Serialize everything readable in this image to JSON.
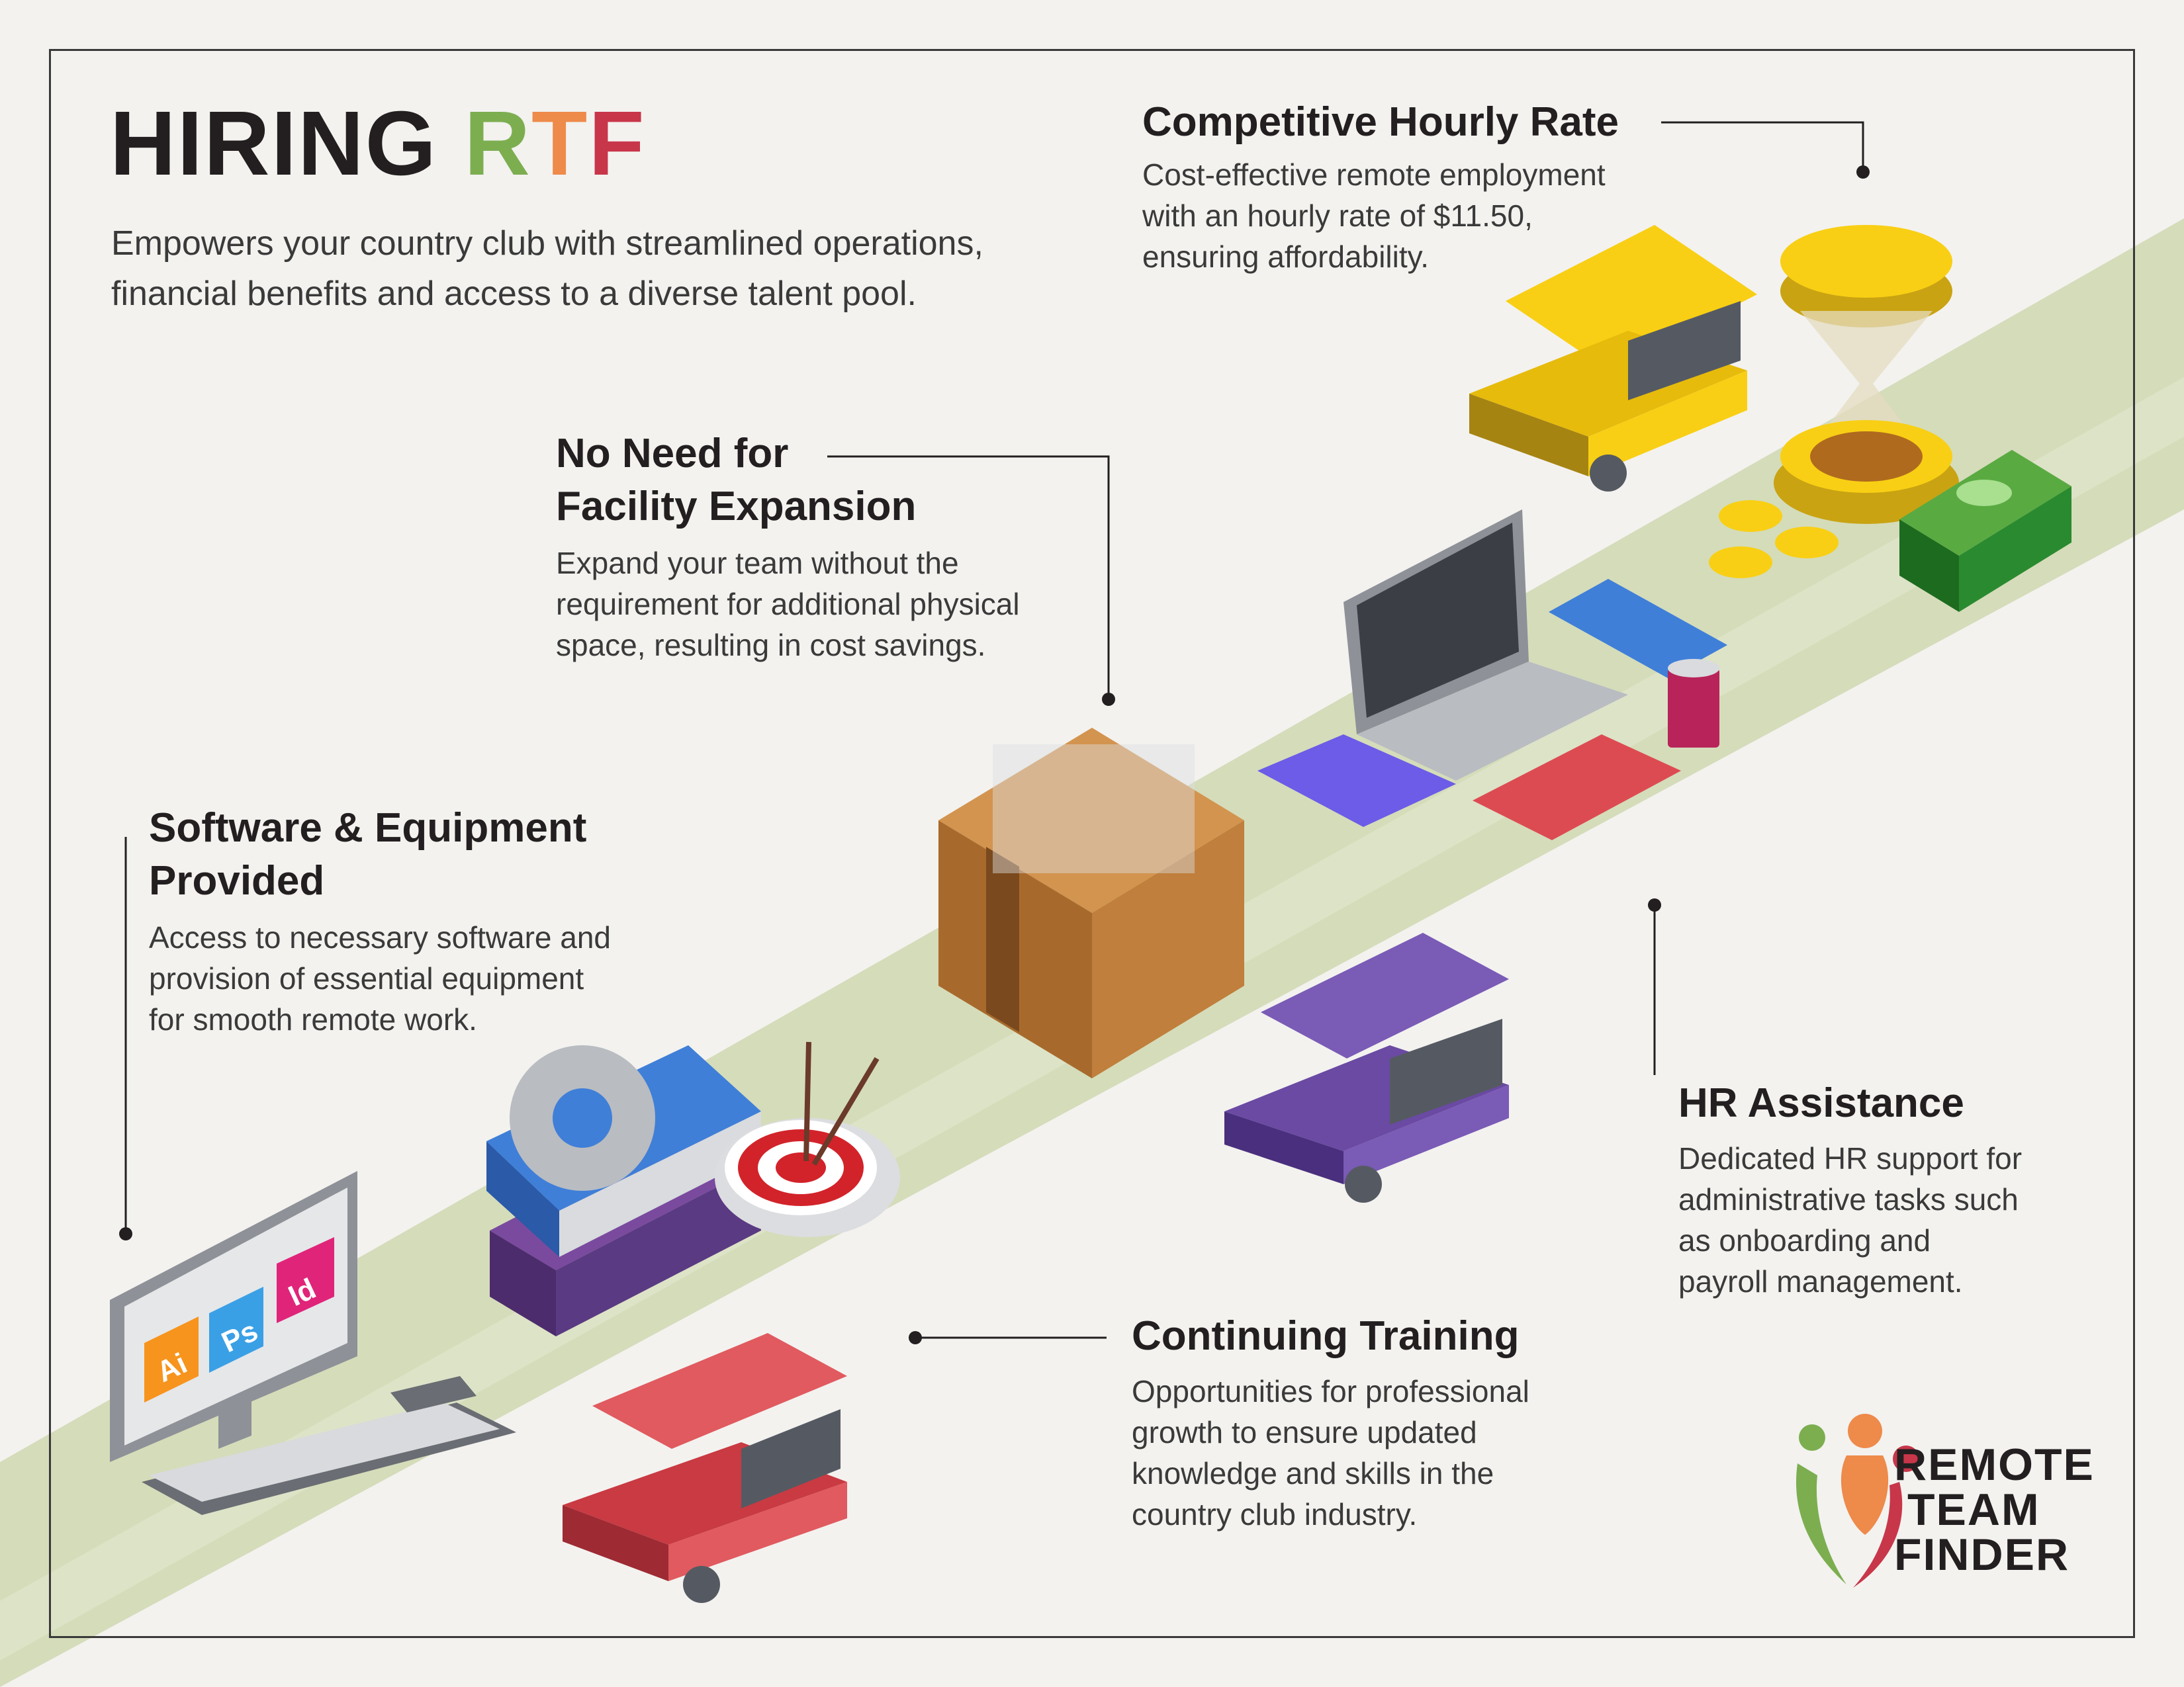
{
  "title": {
    "word": "HIRING",
    "letters": [
      "R",
      "T",
      "F"
    ]
  },
  "lead": "Empowers your country club with streamlined operations, financial benefits and access to a diverse talent pool.",
  "sections": {
    "rate": {
      "heading": "Competitive Hourly Rate",
      "body": [
        "Cost-effective remote employment",
        "with an hourly rate of $11.50,",
        "ensuring affordability."
      ]
    },
    "facility": {
      "heading": [
        "No Need for",
        "Facility Expansion"
      ],
      "body": [
        "Expand your team without the",
        "requirement for additional physical",
        "space, resulting in cost savings."
      ]
    },
    "software": {
      "heading": [
        "Software & Equipment",
        "Provided"
      ],
      "body": [
        "Access to necessary software and",
        "provision of essential equipment",
        "for smooth remote work."
      ]
    },
    "hr": {
      "heading": "HR Assistance",
      "body": [
        "Dedicated HR support for",
        "administrative tasks such",
        "as onboarding and",
        "payroll management."
      ]
    },
    "training": {
      "heading": "Continuing Training",
      "body": [
        "Opportunities for professional",
        "growth to ensure updated",
        "knowledge and skills in the",
        "country club industry."
      ]
    }
  },
  "app_icons": [
    "Ai",
    "Ps",
    "Id"
  ],
  "logo": [
    "REMOTE",
    "TEAM",
    "FINDER"
  ],
  "colors": {
    "title_letters": [
      "#7cae50",
      "#ee8a4a",
      "#c8364a"
    ],
    "path": "#d5dcba",
    "cart_yellow": "#f8cf14",
    "cart_purple": "#7a5bb6",
    "cart_red": "#dd4b52"
  }
}
